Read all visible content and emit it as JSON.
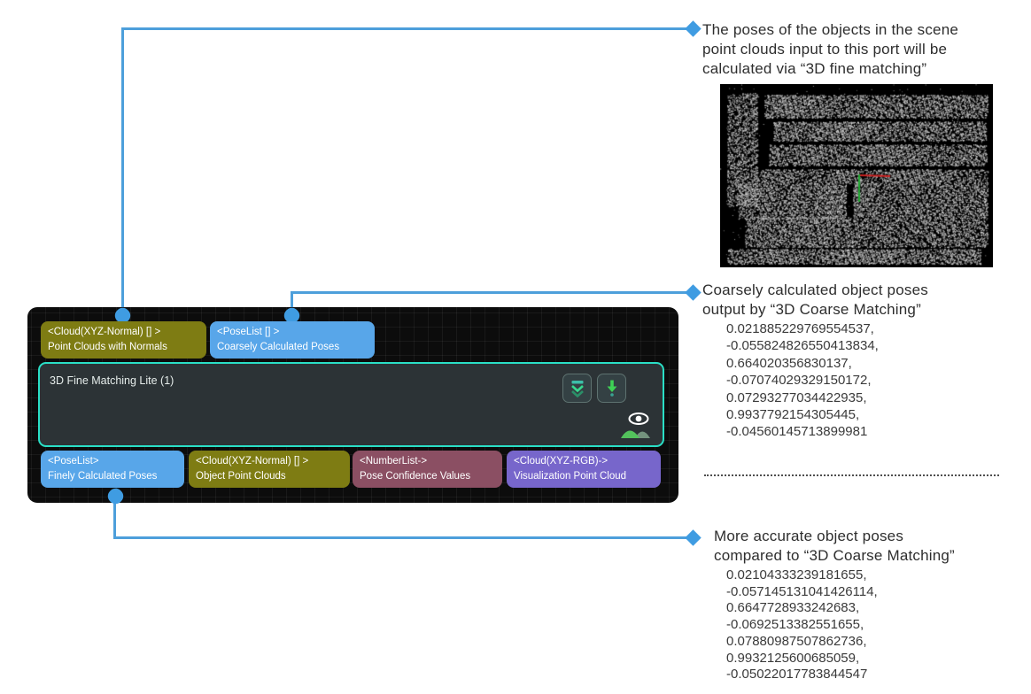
{
  "colors": {
    "accent_blue_line": "#4d9fdb",
    "diamond_blue": "#3f9ce2",
    "port_blue": "#58a6e9",
    "port_olive": "#7e7c13",
    "port_maroon": "#8b4f63",
    "port_purple": "#7766cb",
    "node_border_teal": "#2adfc6",
    "node_body": "#2c3336",
    "panel_bg": "#0c0c0c",
    "axis_red": "#cc2222",
    "axis_green": "#22aa33"
  },
  "node": {
    "title": "3D Fine Matching Lite (1)",
    "inputs": [
      {
        "type": "<Cloud(XYZ-Normal) [] >",
        "name": "Point Clouds with Normals"
      },
      {
        "type": "<PoseList [] >",
        "name": "Coarsely Calculated Poses"
      }
    ],
    "outputs": [
      {
        "type": "<PoseList>",
        "name": "Finely Calculated Poses"
      },
      {
        "type": "<Cloud(XYZ-Normal) [] >",
        "name": "Object Point Clouds"
      },
      {
        "type": "<NumberList->",
        "name": "Pose Confidence Values"
      },
      {
        "type": "<Cloud(XYZ-RGB)->",
        "name": "Visualization Point Cloud"
      }
    ],
    "icons": [
      "double-chevron-down-icon",
      "down-arrow-icon",
      "eye-icon",
      "hills-icon"
    ]
  },
  "callouts": [
    {
      "lines": [
        "The poses of the objects in the scene",
        "point clouds input to this port will be",
        "calculated via “3D fine matching”"
      ]
    },
    {
      "lines": [
        "Coarsely calculated object poses",
        "output by “3D Coarse Matching”"
      ],
      "values": [
        "0.021885229769554537,",
        "-0.055824826550413834,",
        "0.664020356830137,",
        "-0.07074029329150172,",
        "0.07293277034422935,",
        "0.9937792154305445,",
        "-0.04560145713899981"
      ]
    },
    {
      "lines": [
        "More accurate object poses",
        "compared to “3D Coarse Matching”"
      ],
      "values": [
        "0.02104333239181655,",
        "-0.057145131041426114,",
        "0.6647728933242683,",
        "-0.0692513382551655,",
        "0.07880987507862736,",
        "0.9932125600685059,",
        "-0.05022017783844547"
      ]
    }
  ]
}
